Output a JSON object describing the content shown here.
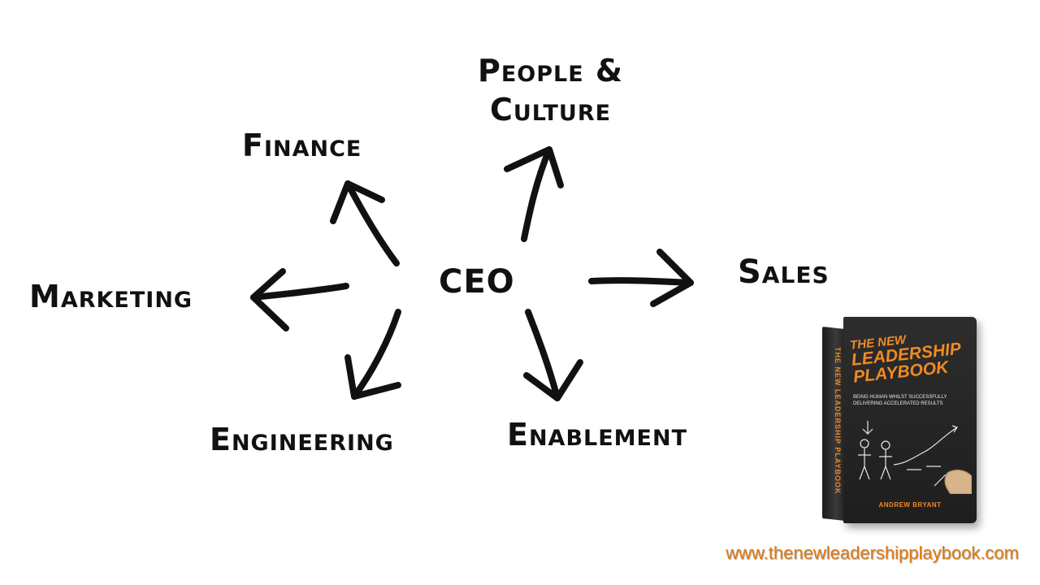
{
  "diagram": {
    "center": "CEO",
    "nodes": {
      "finance": "Finance",
      "people_line1": "People &",
      "people_line2": "Culture",
      "sales": "Sales",
      "marketing": "Marketing",
      "engineering": "Engineering",
      "enablement": "Enablement"
    },
    "edges": [
      {
        "from": "CEO",
        "to": "Finance"
      },
      {
        "from": "CEO",
        "to": "People & Culture"
      },
      {
        "from": "CEO",
        "to": "Sales"
      },
      {
        "from": "CEO",
        "to": "Marketing"
      },
      {
        "from": "CEO",
        "to": "Engineering"
      },
      {
        "from": "CEO",
        "to": "Enablement"
      }
    ]
  },
  "book": {
    "title_line1": "THE NEW",
    "title_line2": "LEADERSHIP",
    "title_line3": "PLAYBOOK",
    "subtitle_line1": "BEING HUMAN WHILST SUCCESSFULLY",
    "subtitle_line2": "DELIVERING ACCELERATED RESULTS",
    "author": "ANDREW BRYANT",
    "spine_title": "THE NEW LEADERSHIP PLAYBOOK",
    "colors": {
      "cover": "#1e1e1e",
      "accent": "#f08a24"
    }
  },
  "footer": {
    "website": "www.thenewleadershipplaybook.com",
    "color": "#e07a10"
  }
}
